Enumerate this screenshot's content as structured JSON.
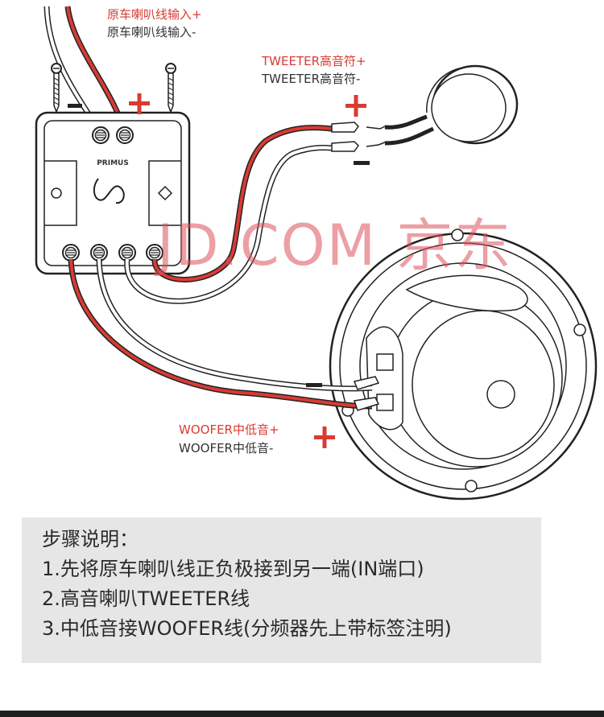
{
  "labels": {
    "input_pos": "原车喇叭线输入+",
    "input_neg": "原车喇叭线输入-",
    "tweeter_pos": "TWEETER高音符+",
    "tweeter_neg": "TWEETER高音符-",
    "woofer_pos": "WOOFER中低音+",
    "woofer_neg": "WOOFER中低音-"
  },
  "brand": "PRIMUS",
  "watermark": "JD.COM 京东",
  "steps": {
    "title": "步骤说明：",
    "items": [
      "1.先将原车喇叭线正负极接到另一端(IN端口)",
      "2.高音喇叭TWEETER线",
      "3.中低音接WOOFER线(分频器先上带标签注明)"
    ]
  },
  "colors": {
    "positive": "#d83b33",
    "negative": "#222222",
    "wire_negative": "#ffffff"
  }
}
